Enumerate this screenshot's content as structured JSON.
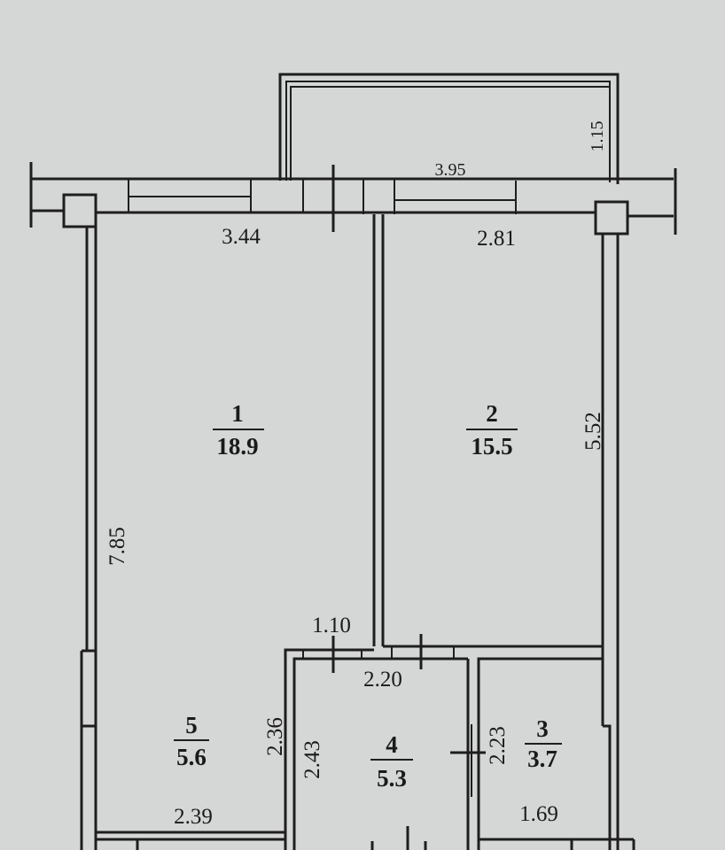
{
  "plan": {
    "rooms": [
      {
        "number": "1",
        "area": "18.9"
      },
      {
        "number": "2",
        "area": "15.5"
      },
      {
        "number": "3",
        "area": "3.7"
      },
      {
        "number": "4",
        "area": "5.3"
      },
      {
        "number": "5",
        "area": "5.6"
      }
    ],
    "dimensions": {
      "balcony_length": "3.95",
      "balcony_depth": "1.15",
      "room1_width": "3.44",
      "room2_width": "2.81",
      "room2_length": "5.52",
      "room1_length": "7.85",
      "door_gap": "1.10",
      "room4_width": "2.20",
      "hall_length": "2.36",
      "room4_length": "2.43",
      "room3_length": "2.23",
      "hall_width": "2.39",
      "room3_width": "1.69"
    },
    "colors": {
      "paper": "#d5d7d6",
      "ink": "#1e1e1e"
    }
  }
}
